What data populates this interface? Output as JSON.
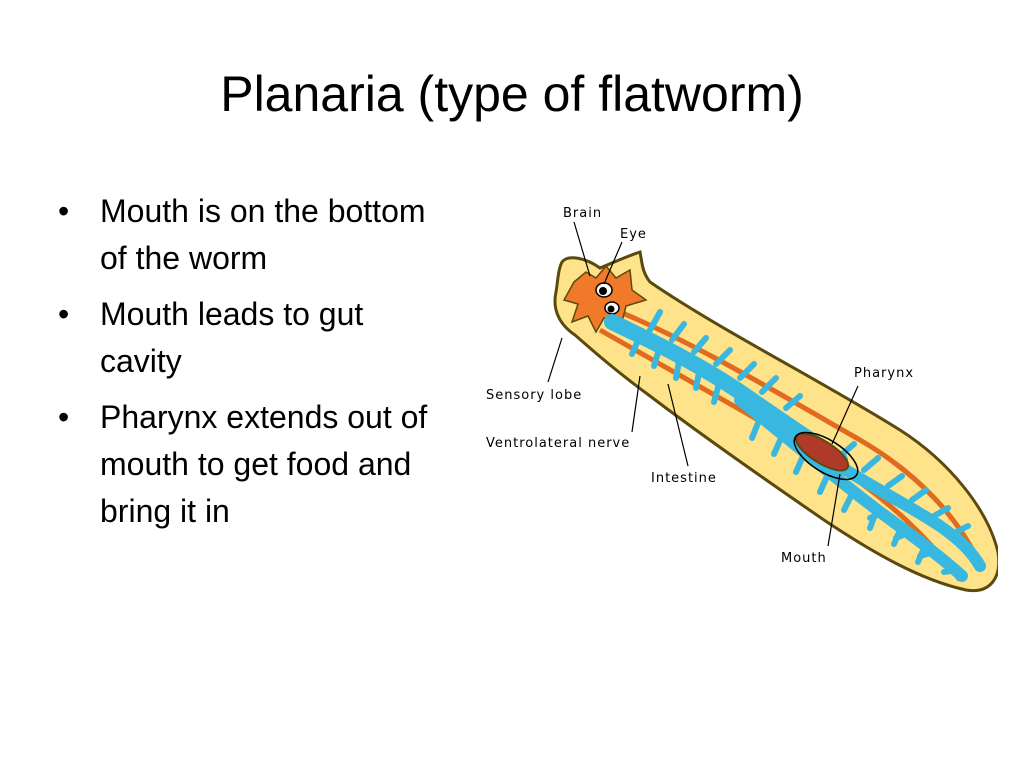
{
  "slide": {
    "title": "Planaria (type of flatworm)"
  },
  "bullets": [
    "Mouth is on the bottom of the worm",
    "Mouth leads to gut cavity",
    "Pharynx extends out of mouth to get food and bring it in"
  ],
  "diagram": {
    "labels": {
      "brain": "Brain",
      "eye": "Eye",
      "pharynx": "Pharynx",
      "sensory_lobe": "Sensory lobe",
      "ventrolateral_nerve": "Ventrolateral nerve",
      "intestine": "Intestine",
      "mouth": "Mouth"
    },
    "colors": {
      "body": "#FFE38A",
      "outline": "#5A4A10",
      "brain": "#F07A2A",
      "intestine": "#38B8E0",
      "nerve": "#E06A20",
      "pharynx": "#B03A28"
    }
  }
}
